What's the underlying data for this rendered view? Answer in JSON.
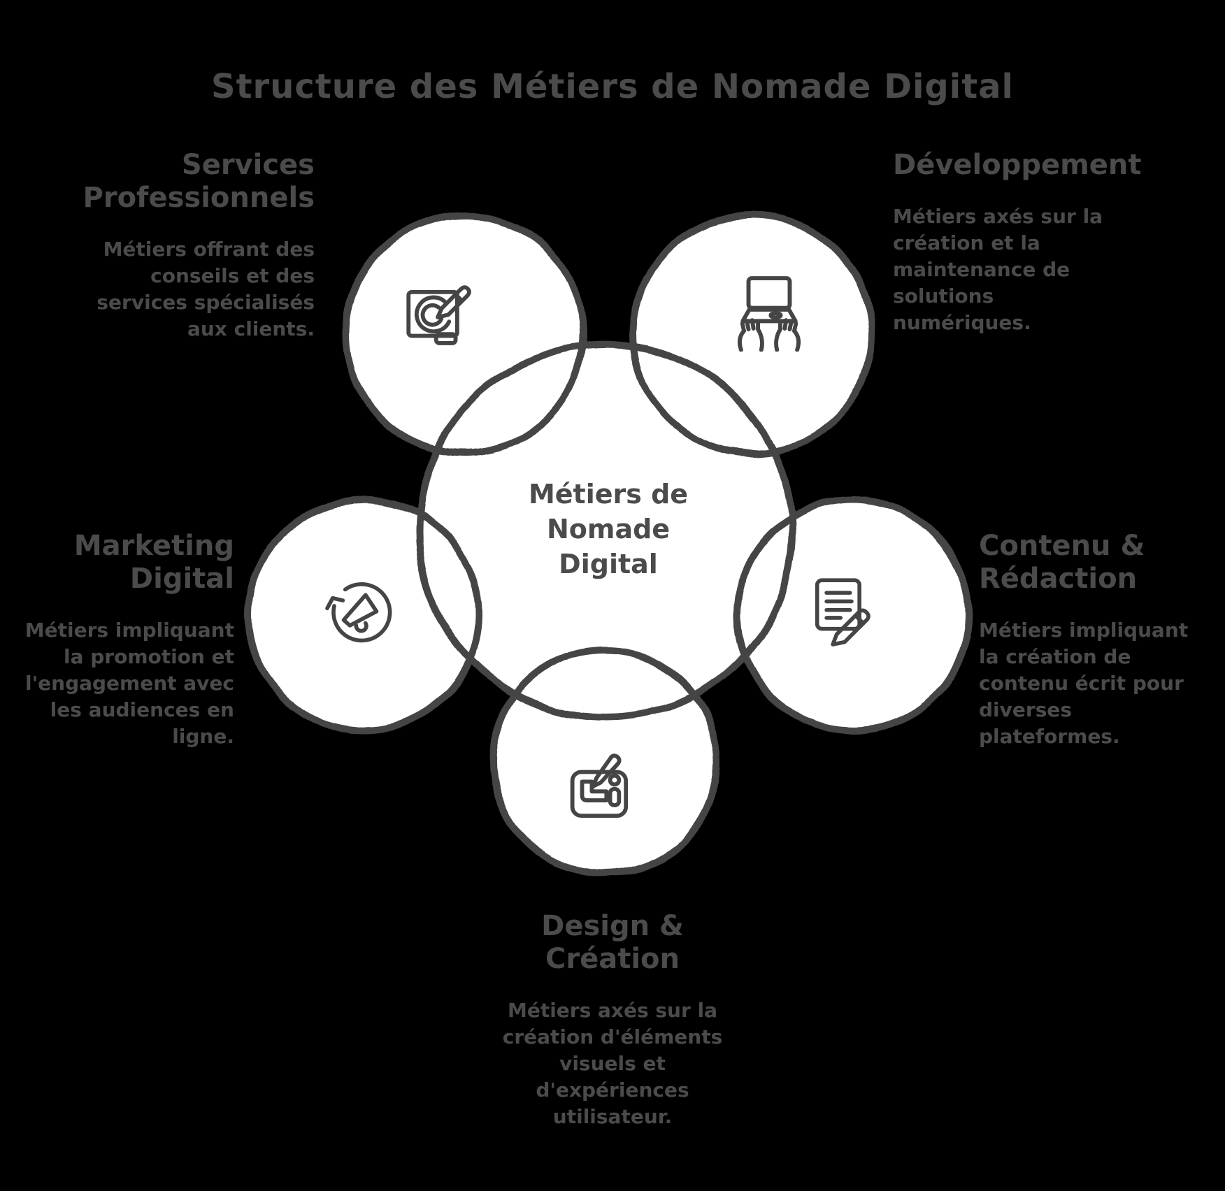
{
  "colors": {
    "background": "#000000",
    "fill": "#ffffff",
    "stroke": "#454545",
    "text": "#4b4b4b"
  },
  "title": "Structure des Métiers de Nomade Digital",
  "center": {
    "label": "Métiers de\nNomade\nDigital"
  },
  "nodes": {
    "services": {
      "heading": "Services\nProfessionnels",
      "body": "Métiers offrant des\nconseils et des\nservices spécialisés\naux clients.",
      "icon": "graphic-tablet-pen-icon"
    },
    "developpement": {
      "heading": "Développement",
      "body": "Métiers axés sur la\ncréation et la\nmaintenance de\nsolutions\nnumériques.",
      "icon": "laptop-typing-hands-icon"
    },
    "marketing": {
      "heading": "Marketing\nDigital",
      "body": "Métiers impliquant\nla promotion et\nl'engagement avec\nles audiences en\nligne.",
      "icon": "megaphone-circular-arrow-icon"
    },
    "contenu": {
      "heading": "Contenu &\nRédaction",
      "body": "Métiers impliquant\nla création de\ncontenu écrit pour\ndiverses\nplateformes.",
      "icon": "document-pencil-icon"
    },
    "design": {
      "heading": "Design &\nCréation",
      "body": "Métiers axés sur la\ncréation d'éléments\nvisuels et\nd'expériences\nutilisateur.",
      "icon": "pen-tablet-stylus-icon"
    }
  }
}
